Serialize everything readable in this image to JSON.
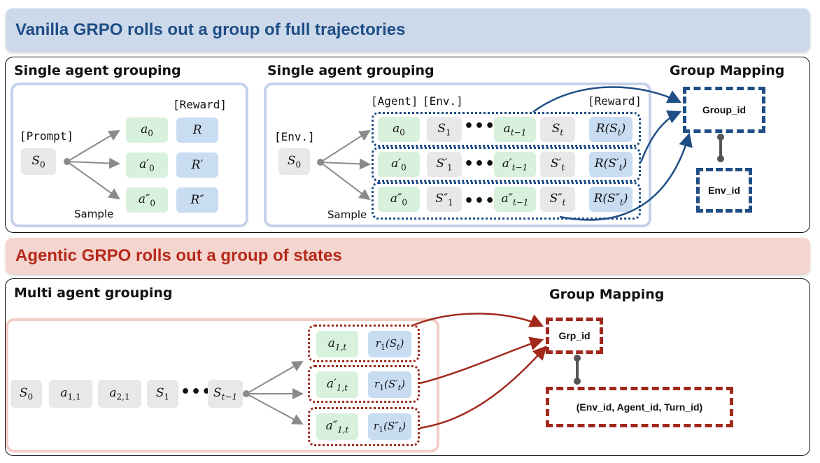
{
  "colors": {
    "vanilla_accent": "#1f4e86",
    "vanilla_bg": "#ccd9ea",
    "agentic_accent": "#b52a1a",
    "agentic_bg": "#f5d5d0",
    "action_cell": "#d8f1dc",
    "reward_cell": "#c8dcf2",
    "state_cell": "#e8e8e8"
  },
  "vanilla": {
    "banner": "Vanilla GRPO rolls out a group of full trajectories",
    "panel1": {
      "title": "Single agent grouping",
      "reward_label": "[Reward]",
      "prompt_label": "[Prompt]",
      "start": "S0",
      "sample": "Sample",
      "actions": [
        "a0",
        "a0′",
        "a0″"
      ],
      "rewards": [
        "R",
        "R′",
        "R″"
      ]
    },
    "panel2": {
      "title": "Single agent grouping",
      "agent_label": "[Agent]",
      "env_label": "[Env.]",
      "reward_label": "[Reward]",
      "env_start_label": "[Env.]",
      "start": "S0",
      "sample": "Sample",
      "rows": [
        {
          "a0": "a0",
          "s1": "S1",
          "at": "at−1",
          "st": "St",
          "r": "R(St)"
        },
        {
          "a0": "a0′",
          "s1": "S1′",
          "at": "at−1′",
          "st": "St′",
          "r": "R(St′)"
        },
        {
          "a0": "a0″",
          "s1": "S1″",
          "at": "at−1″",
          "st": "St″",
          "r": "R(St″)"
        }
      ]
    },
    "mapping": {
      "title": "Group Mapping",
      "group_id": "Group_id",
      "env_id": "Env_id"
    }
  },
  "agentic": {
    "banner": "Agentic GRPO rolls out a group of states",
    "panel": {
      "title": "Multi agent grouping",
      "sequence": [
        "S0",
        "a1,1",
        "a2,1",
        "S1",
        "St−1"
      ],
      "rows": [
        {
          "a": "a1,t",
          "r": "r1(St)"
        },
        {
          "a": "a1,t′",
          "r": "r1(St′)"
        },
        {
          "a": "a1,t″",
          "r": "r1(St″)"
        }
      ]
    },
    "mapping": {
      "title": "Group Mapping",
      "grp_id": "Grp_id",
      "composite_id": "(Env_id, Agent_id, Turn_id)"
    }
  }
}
